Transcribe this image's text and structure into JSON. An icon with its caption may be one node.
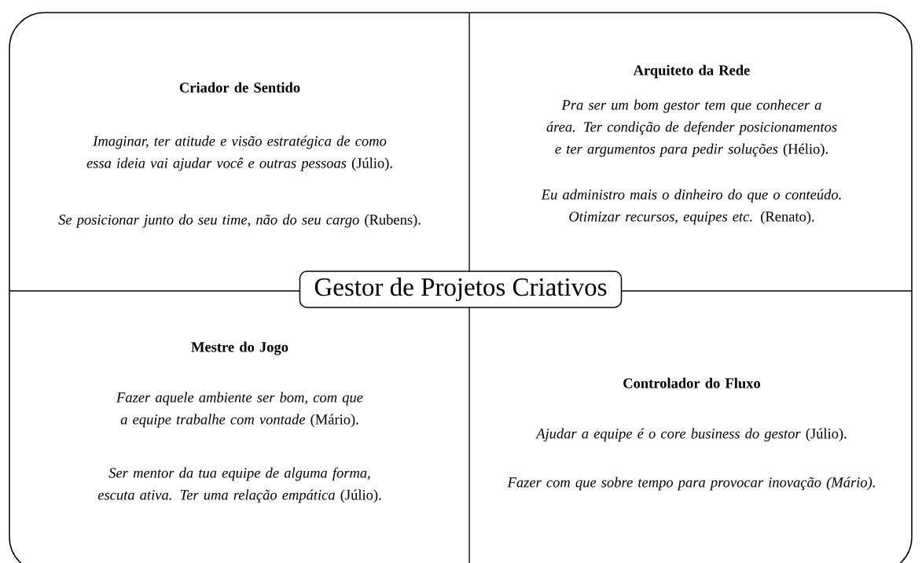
{
  "diagram": {
    "nodes": [
      {
        "text": [],
        "shape": "box"
      },
      {
        "text": [
          "Criador de Sentido",
          "*Imaginar, ter atitude e visão estratégica de como essa ideia vai ajudar você e outras pessoas* (Júlio).",
          "*Se posicionar junto do seu time, não do seu cargo* (Rubens)."
        ],
        "in": 0
      },
      {
        "text": [
          "Arquiteto da Rede",
          "*Pra ser um bom gestor tem que conhecer a área. Ter condição de defender posicionamentos e ter argumentos para pedir soluções* (Hélio).",
          "*Eu administro mais o dinheiro do que o conteúdo. Otimizar recursos, equipes etc.* (Renato)."
        ],
        "in": 0
      },
      {
        "text": [
          "Gestor de Projetos Criativos"
        ],
        "in": 0
      },
      {
        "text": [
          "Mestre do Jogo",
          "*Fazer aquele ambiente ser bom, com que a equipe trabalhe com vontade* (Mário).",
          "*Ser mentor da tua equipe de alguma forma, escuta ativa. Ter uma relação empática* (Júlio)."
        ],
        "in": 0
      },
      {
        "text": [
          "Controlador do Fluxo",
          "*Ajudar a equipe é o core business do gestor* (Júlio).",
          "*Fazer com que sobre tempo para provocar inovação (Mário).*"
        ],
        "in": 0
      }
    ]
  }
}
